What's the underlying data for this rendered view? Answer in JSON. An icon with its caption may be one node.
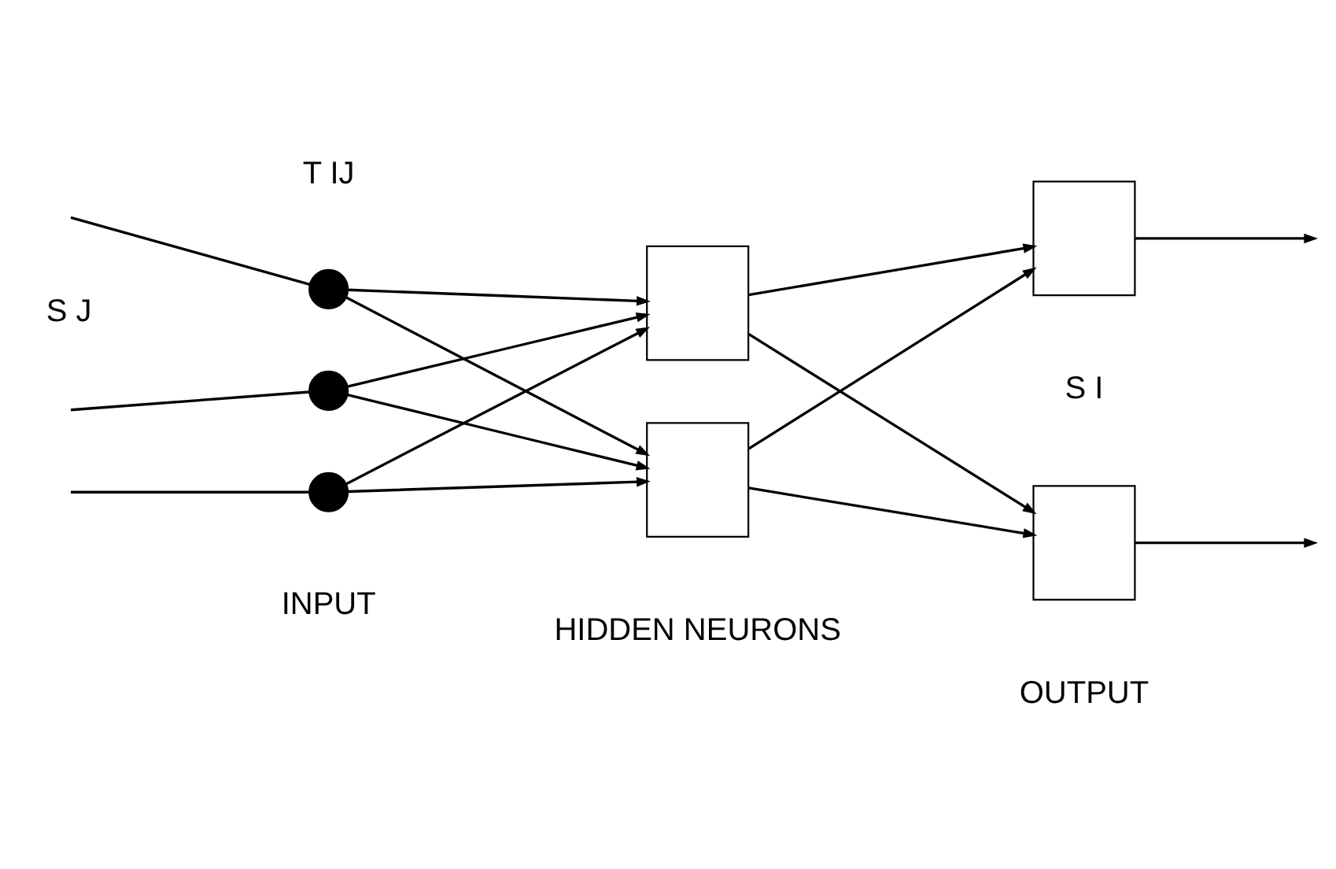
{
  "diagram": {
    "nodes": [
      {
        "text": [],
        "shape": "circle"
      },
      {
        "text": [],
        "shape": "circle"
      },
      {
        "text": [],
        "shape": "circle"
      },
      {
        "text": [],
        "shape": "box"
      },
      {
        "text": [],
        "shape": "box"
      },
      {
        "text": [],
        "shape": "box"
      },
      {
        "text": [],
        "shape": "box"
      }
    ],
    "edges": [
      {
        "from": null,
        "to": 0,
        "arrow": "none"
      },
      {
        "from": null,
        "to": 1,
        "arrow": "none"
      },
      {
        "from": null,
        "to": 2,
        "arrow": "none"
      },
      {
        "from": 0,
        "to": 3,
        "arrow": "to"
      },
      {
        "from": 0,
        "to": 4,
        "arrow": "to"
      },
      {
        "from": 1,
        "to": 3,
        "arrow": "to"
      },
      {
        "from": 1,
        "to": 4,
        "arrow": "to"
      },
      {
        "from": 2,
        "to": 3,
        "arrow": "to"
      },
      {
        "from": 2,
        "to": 4,
        "arrow": "to"
      },
      {
        "from": 3,
        "to": 5,
        "arrow": "to"
      },
      {
        "from": 3,
        "to": 6,
        "arrow": "to"
      },
      {
        "from": 4,
        "to": 5,
        "arrow": "to"
      },
      {
        "from": 4,
        "to": 6,
        "arrow": "to"
      },
      {
        "from": 5,
        "to": null,
        "arrow": "to"
      },
      {
        "from": 6,
        "to": null,
        "arrow": "to"
      }
    ],
    "labels": [
      "T IJ",
      "S J",
      "S I",
      "INPUT",
      "HIDDEN NEURONS",
      "OUTPUT"
    ]
  }
}
